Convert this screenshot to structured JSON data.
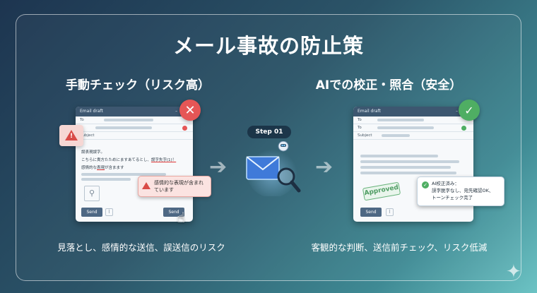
{
  "title": "メール事故の防止策",
  "left": {
    "heading": "手動チェック（リスク高）",
    "card": {
      "window_title": "Email draft",
      "to_label": "To",
      "subject_label": "Subject",
      "line1": "誤表現誤字。",
      "line2a": "こちらに貴方たためにますあてるとし、",
      "line2b": "誤字失字(1)！",
      "line3a": "感情的な",
      "line3b": "表現",
      "line3c": "が含まます",
      "send_label": "Send",
      "send_label_2": "Send"
    },
    "warning_bubble": "感情的な表現が含まれています",
    "caption": "見落とし、感情的な送信、誤送信のリスク"
  },
  "center": {
    "step_label": "Step 01"
  },
  "right": {
    "heading": "AIでの校正・照合（安全）",
    "card": {
      "window_title": "Email draft",
      "to_label": "To",
      "to_label_2": "To",
      "subject_label": "Subject",
      "send_label": "Send"
    },
    "approved_stamp": "Approved",
    "ok_bubble_title": "AI校正済み：",
    "ok_bubble_line2": "誤字脱字なし、宛先確認OK、",
    "ok_bubble_line3": "トーンチェック完了",
    "caption": "客観的な判断、送信前チェック、リスク低減"
  },
  "colors": {
    "danger": "#e55656",
    "success": "#4fae63",
    "card_header": "#3d5770"
  }
}
